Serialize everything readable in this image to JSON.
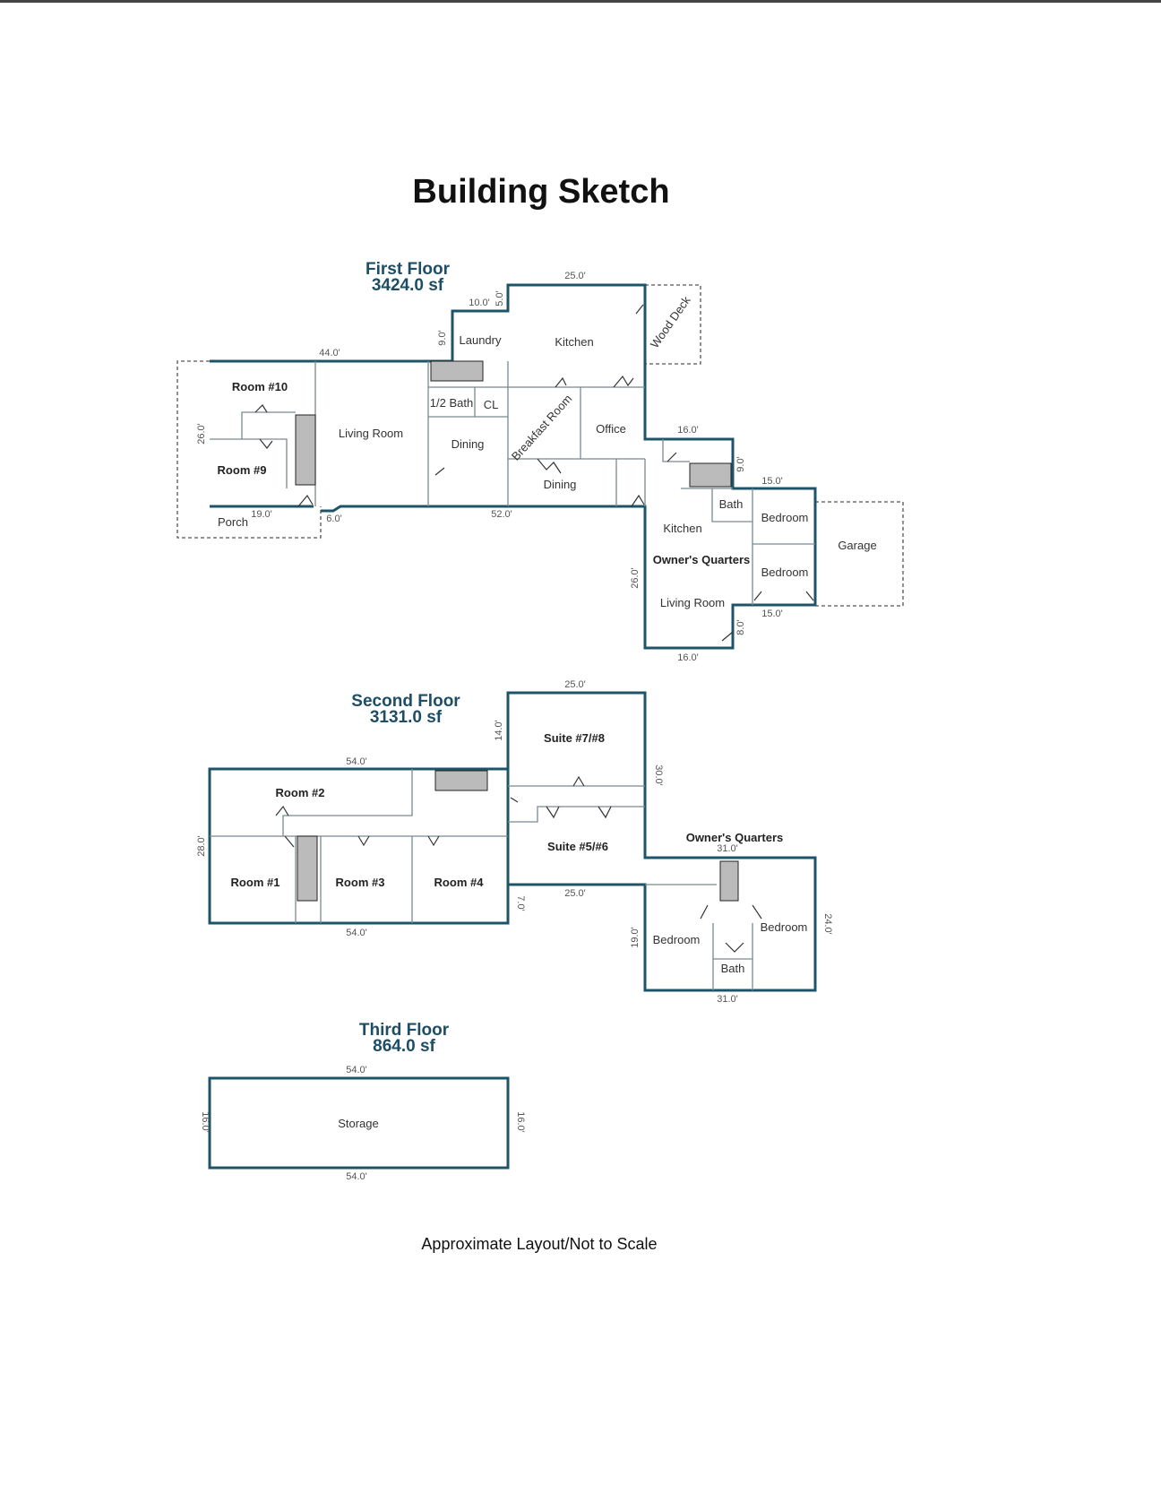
{
  "title": "Building Sketch",
  "footer": "Approximate Layout/Not to Scale",
  "first_floor": {
    "name": "First Floor",
    "area": "3424.0 sf",
    "rooms": [
      "Room #10",
      "Room #9",
      "Living Room",
      "Laundry",
      "Kitchen",
      "1/2 Bath",
      "CL",
      "Dining",
      "Breakfast Room",
      "Office",
      "Dining",
      "Wood Deck",
      "Porch",
      "Kitchen",
      "Owner's Quarters",
      "Living Room",
      "Bath",
      "Bedroom",
      "Bedroom",
      "Garage"
    ],
    "dims": [
      "44.0'",
      "26.0'",
      "19.0'",
      "6.0'",
      "52.0'",
      "9.0'",
      "10.0'",
      "5.0'",
      "25.0'",
      "16.0'",
      "9.0'",
      "15.0'",
      "26.0'",
      "15.0'",
      "8.0'",
      "16.0'"
    ]
  },
  "second_floor": {
    "name": "Second Floor",
    "area": "3131.0 sf",
    "rooms": [
      "Room #2",
      "Room #1",
      "Room #3",
      "Room #4",
      "Suite #7/#8",
      "Suite #5/#6",
      "Owner's Quarters",
      "Bedroom",
      "Bedroom",
      "Bath"
    ],
    "dims": [
      "54.0'",
      "28.0'",
      "54.0'",
      "25.0'",
      "14.0'",
      "30.0'",
      "7.0'",
      "25.0'",
      "31.0'",
      "19.0'",
      "24.0'",
      "31.0'"
    ]
  },
  "third_floor": {
    "name": "Third Floor",
    "area": "864.0 sf",
    "rooms": [
      "Storage"
    ],
    "dims": [
      "54.0'",
      "16.0'",
      "16.0'",
      "54.0'"
    ]
  }
}
